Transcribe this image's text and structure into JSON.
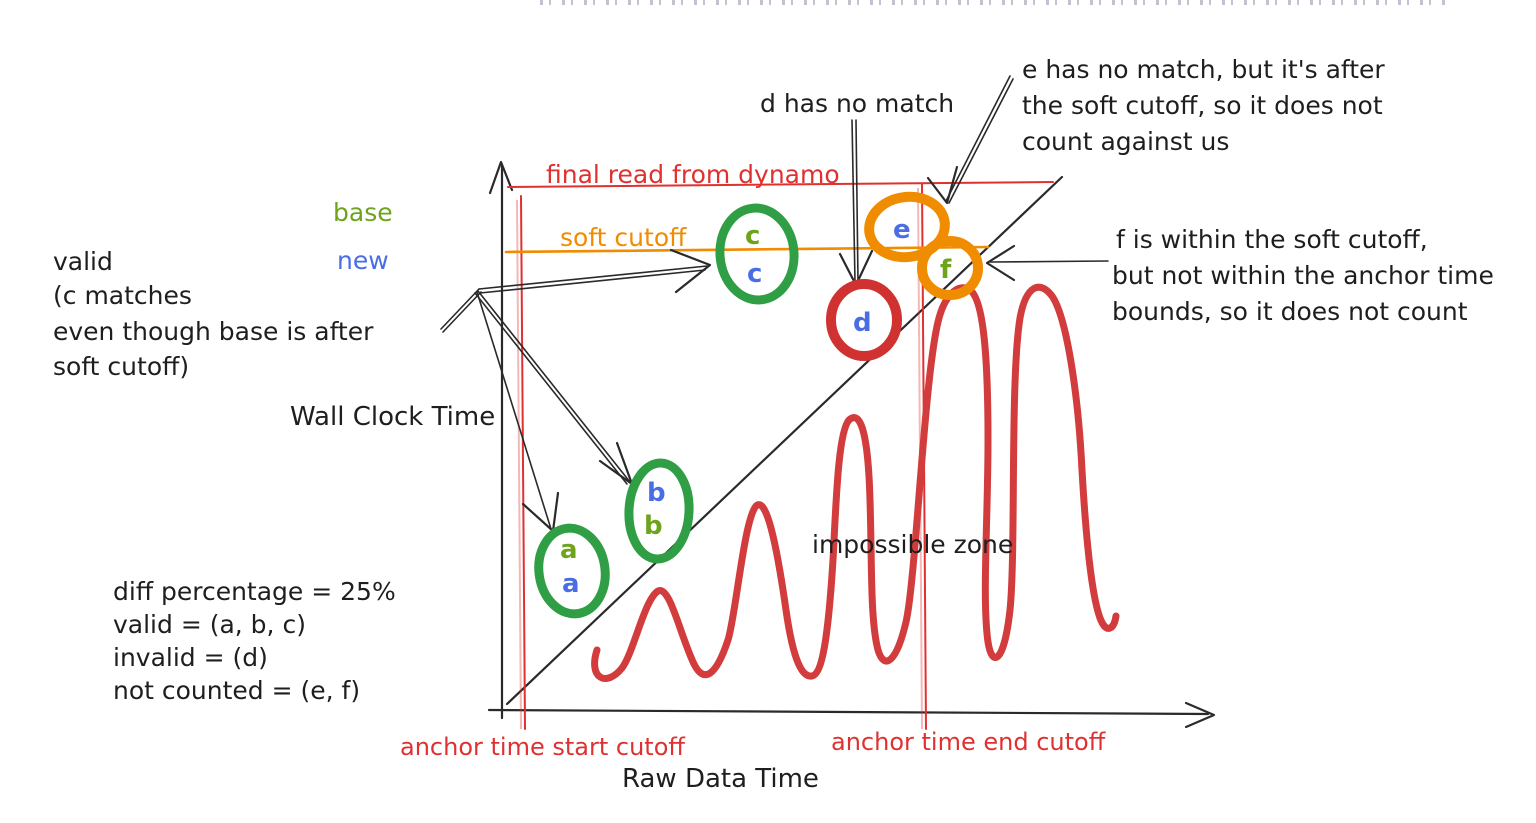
{
  "colors": {
    "ink": "#1e1e1e",
    "line_red": "#e03131",
    "ring_red": "#d03131",
    "orange": "#f08c00",
    "ring_green": "#2f9e44",
    "letter_green": "#6ea31c",
    "letter_blue": "#4a6de5"
  },
  "axes": {
    "y_label": "Wall Clock Time",
    "x_label": "Raw Data Time"
  },
  "legend": {
    "base": "base",
    "new": "new"
  },
  "cutoffs": {
    "final_read": "final read from dynamo",
    "soft_cutoff": "soft cutoff",
    "anchor_start": "anchor time start cutoff",
    "anchor_end": "anchor time end cutoff"
  },
  "zone": {
    "impossible": "impossible zone"
  },
  "points": {
    "a": {
      "top": {
        "letter": "a",
        "color": "green"
      },
      "bottom": {
        "letter": "a",
        "color": "blue"
      },
      "ring": "green"
    },
    "b": {
      "top": {
        "letter": "b",
        "color": "blue"
      },
      "bottom": {
        "letter": "b",
        "color": "green"
      },
      "ring": "green"
    },
    "c": {
      "top": {
        "letter": "c",
        "color": "green"
      },
      "bottom": {
        "letter": "c",
        "color": "blue"
      },
      "ring": "green"
    },
    "d": {
      "letter": "d",
      "color": "blue",
      "ring": "red"
    },
    "e": {
      "letter": "e",
      "color": "blue",
      "ring": "orange"
    },
    "f": {
      "letter": "f",
      "color": "green",
      "ring": "orange"
    }
  },
  "notes": {
    "d_note": "d has no match",
    "e_note": [
      "e has no match, but it's after",
      "the soft cutoff, so it does not",
      "count against us"
    ],
    "f_note": [
      "f is within the soft cutoff,",
      "but not within the anchor time",
      "bounds, so it does not count"
    ],
    "valid_note": [
      "valid",
      "(c matches",
      "even though base is after",
      "soft cutoff)"
    ],
    "summary": [
      "diff percentage = 25%",
      "valid = (a, b, c)",
      "invalid = (d)",
      "not counted = (e, f)"
    ]
  }
}
